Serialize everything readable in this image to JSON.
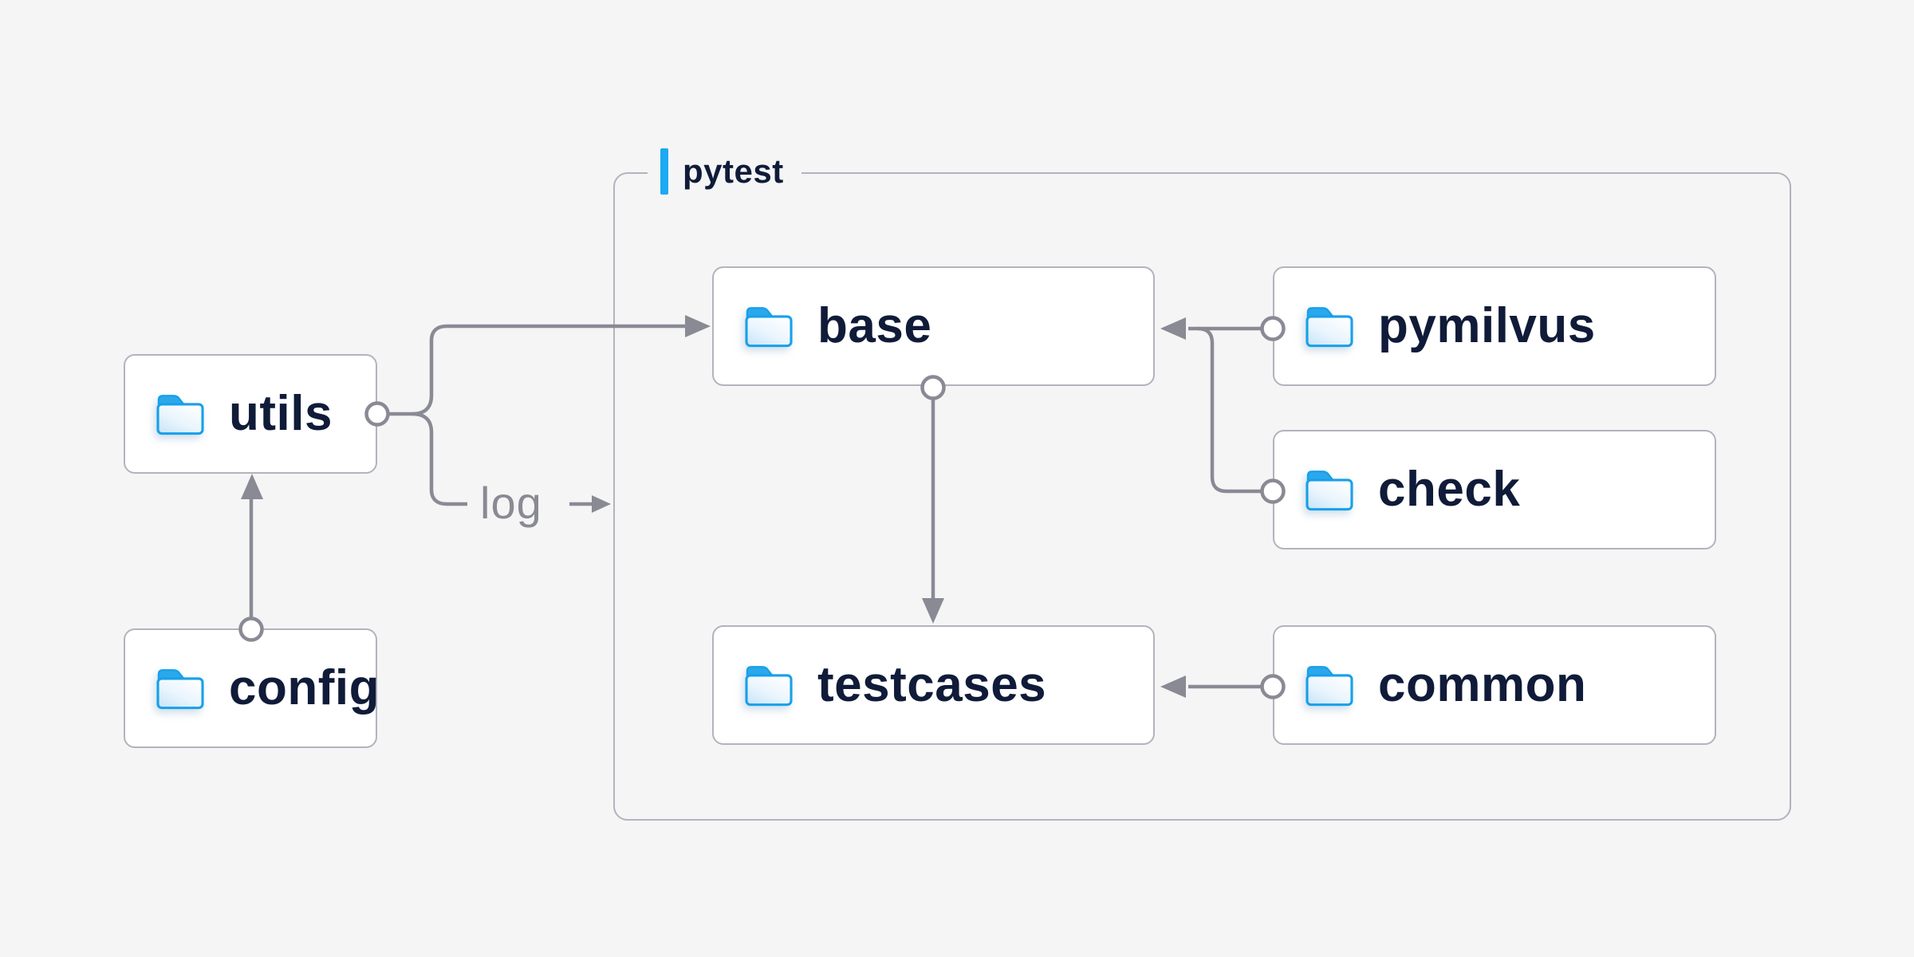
{
  "container": {
    "label": "pytest"
  },
  "nodes": {
    "utils": {
      "label": "utils",
      "icon": "folder-icon"
    },
    "config": {
      "label": "config",
      "icon": "folder-icon"
    },
    "base": {
      "label": "base",
      "icon": "folder-icon"
    },
    "pymilvus": {
      "label": "pymilvus",
      "icon": "folder-icon"
    },
    "check": {
      "label": "check",
      "icon": "folder-icon"
    },
    "testcases": {
      "label": "testcases",
      "icon": "folder-icon"
    },
    "common": {
      "label": "common",
      "icon": "folder-icon"
    }
  },
  "edges": {
    "log_label": "log",
    "list": [
      {
        "from": "config",
        "to": "utils"
      },
      {
        "from": "utils",
        "to": "base"
      },
      {
        "from": "utils",
        "to": "log"
      },
      {
        "from": "pymilvus",
        "to": "base"
      },
      {
        "from": "check",
        "to": "base"
      },
      {
        "from": "base",
        "to": "testcases"
      },
      {
        "from": "common",
        "to": "testcases"
      }
    ]
  },
  "colors": {
    "background": "#f5f5f6",
    "node_border": "#b3b3bd",
    "group_border": "#b3b3bd",
    "connector_gray": "#8a8a95",
    "text_navy": "#0f1b38",
    "accent_blue": "#1caaf2",
    "folder_blue": "#17a0e9"
  }
}
